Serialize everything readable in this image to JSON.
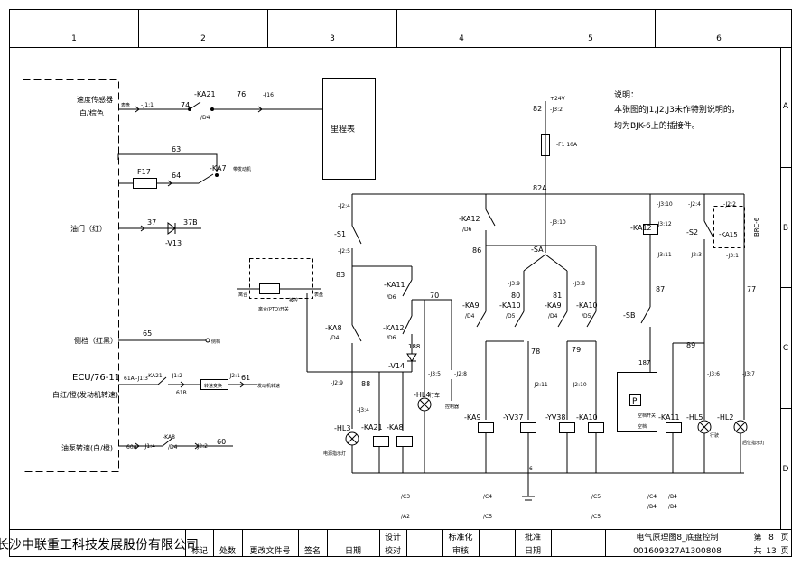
{
  "zones": {
    "columns": [
      "1",
      "2",
      "3",
      "4",
      "5",
      "6"
    ],
    "rows": [
      "A",
      "B",
      "C",
      "D"
    ]
  },
  "notes": {
    "title": "说明：",
    "line1": "本张图的J1,J2,J3未作特别说明的，",
    "line2": "均为BJK-6上的插接件。"
  },
  "left_labels": {
    "speed_sensor_1": "速度传感器",
    "speed_sensor_2": "白/棕色",
    "oil_door": "油门（红）",
    "side_rail": "侧档（红黑）",
    "ecu_1": "ECU/76-11",
    "ecu_2": "白红/橙(发动机转速)",
    "oil_pump": "油泵转速(白/橙)"
  },
  "components": {
    "ka21_top": "-KA21",
    "d4_top": "/D4",
    "w74": "74",
    "w76": "76",
    "j16": "-J16",
    "j11": "-J1:1",
    "speedo_lbl": "表盘",
    "odometer": "里程表",
    "w63": "63",
    "w64": "64",
    "f17": "F17",
    "ka7": "-KA7",
    "ka7_note": "带发动机",
    "w37": "37",
    "w37b": "37B",
    "v13": "-V13",
    "w65": "65",
    "side_note": "侧档",
    "w61a": "61A",
    "j13": "-J1:3",
    "ka21_mid": "-KA21",
    "j12": "-J1:2",
    "w61b": "61B",
    "speed_box": "转速变换",
    "j21": "-J2:1",
    "w61": "61",
    "engine_note": "发动机转速",
    "w60a": "60A",
    "j14": "-J1:4",
    "ka8_bot": "-KA8",
    "d4_bot": "/D4",
    "j22": "-J2:2",
    "w60": "60",
    "plus24": "+24V",
    "w82": "82",
    "j32": "-J3:2",
    "f110a": "-F1 10A",
    "w82a": "82A",
    "j24": "-J2:4",
    "s1": "-S1",
    "j25": "-J2:5",
    "w83": "83",
    "ka11": "-KA11",
    "d6a": "/D6",
    "w70": "70",
    "ka8_mid": "-KA8",
    "d4_mid": "/D4",
    "ka12_mid": "-KA12",
    "d6b": "/D6",
    "w188": "188",
    "v14": "-V14",
    "j29": "-J2:9",
    "w88": "88",
    "j34": "-J3:4",
    "hl3": "-HL3",
    "ka21_coil": "-KA21",
    "ka8_coil": "-KA8",
    "hl3_note": "电源指示灯",
    "j35": "-J3:5",
    "hl4": "-HL4",
    "hl4_note": "行车",
    "j28": "-J2:8",
    "j28_note": "控制器",
    "pto_note": "离合(PTO)开关",
    "pto_a": "离合",
    "pto_b": "表盘",
    "pto_c": "被控",
    "ka12_top": "-KA12",
    "d6c": "/D6",
    "j310": "-J3:10",
    "w86": "86",
    "sa": "-SA",
    "j39": "-J3:9",
    "j38": "-J3:8",
    "w80": "80",
    "w81": "81",
    "ka9_l": "-KA9",
    "d4_l": "/D4",
    "ka10_l": "-KA10",
    "d5_l": "/D5",
    "ka9_r": "-KA9",
    "d4_r": "/D4",
    "ka10_r": "-KA10",
    "d5_r": "/D5",
    "w78": "78",
    "w79": "79",
    "j211": "-J2:11",
    "j210": "-J2:10",
    "ka9_coil": "-KA9",
    "yv37": "-YV37",
    "yv38": "-YV38",
    "ka10_coil": "-KA10",
    "w6": "6",
    "j310b": "-J3:10",
    "ka12_coil": "-KA12",
    "j312": "-J3:12",
    "j311": "-J3:11",
    "w87": "87",
    "sb": "-SB",
    "w187": "187",
    "p_lbl": "P",
    "p_note1": "空档开关",
    "p_note2": "空档",
    "ka11_coil": "-KA11",
    "w89": "89",
    "j24b": "-J2:4",
    "s2": "-S2",
    "j23": "-J2:3",
    "ka15": "-KA15",
    "j22b": "-J2:2",
    "j31": "-J3:1",
    "brc": "BRC-6",
    "w77": "77",
    "j36": "-J3:6",
    "j37": "-J3:7",
    "hl5": "-HL5",
    "hl5_note": "行驶",
    "hl2": "-HL2",
    "hl2_note": "后位指示灯",
    "c3": "/C3",
    "a2": "/A2",
    "c4": "/C4",
    "c5": "/C5",
    "c5b": "/C5",
    "c5c": "/C5",
    "c4b": "/C4",
    "b4": "/B4",
    "b4b": "/B4",
    "b4c": "/B4"
  },
  "title_block": {
    "company": "长沙中联重工科技发展股份有限公司",
    "col_biaoji": "标记",
    "col_chushu": "处数",
    "col_file": "更改文件号",
    "col_sign": "签名",
    "col_date": "日期",
    "sheji": "设计",
    "jiaodui": "校对",
    "biaozhunhua": "标准化",
    "shenhe": "审核",
    "pizhun": "批准",
    "riqi": "日期",
    "drawing_title": "电气原理图8_底盘控制",
    "drawing_no": "001609327A1300808",
    "page_prefix": "第",
    "page_no": "8",
    "page_suffix": "页",
    "total_prefix": "共",
    "total_no": "13",
    "total_suffix": "页"
  }
}
